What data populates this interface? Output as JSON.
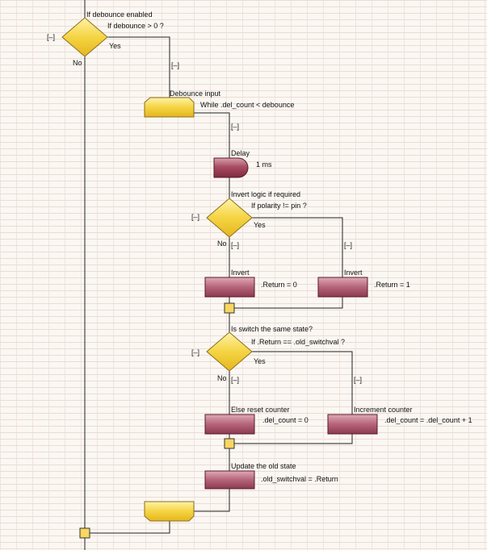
{
  "colors": {
    "decision_fill": "#f0c930",
    "macro_fill": "#9a3a52",
    "calc_fill": "#b9687a",
    "loop_fill": "#f3cf55",
    "junction_fill": "#f7d760"
  },
  "toggle": "[–]",
  "yes": "Yes",
  "no": "No",
  "debounce_check": {
    "title": "If debounce enabled",
    "condition": "If  debounce > 0 ?"
  },
  "debounce_loop": {
    "title": "Debounce input",
    "condition": "While  .del_count < debounce"
  },
  "delay": {
    "title": "Delay",
    "value": "1 ms"
  },
  "invert_check": {
    "title": "Invert logic if required",
    "condition": "If  polarity != pin ?"
  },
  "invert_left": {
    "title": "Invert",
    "value": ".Return = 0"
  },
  "invert_right": {
    "title": "Invert",
    "value": ".Return = 1"
  },
  "same_state_check": {
    "title": "Is switch the same state?",
    "condition": "If  .Return == .old_switchval ?"
  },
  "reset_counter": {
    "title": "Else reset counter",
    "value": ".del_count = 0"
  },
  "increment_counter": {
    "title": "Increment counter",
    "value": ".del_count = .del_count + 1"
  },
  "update_state": {
    "title": "Update the old state",
    "value": ".old_switchval = .Return"
  }
}
